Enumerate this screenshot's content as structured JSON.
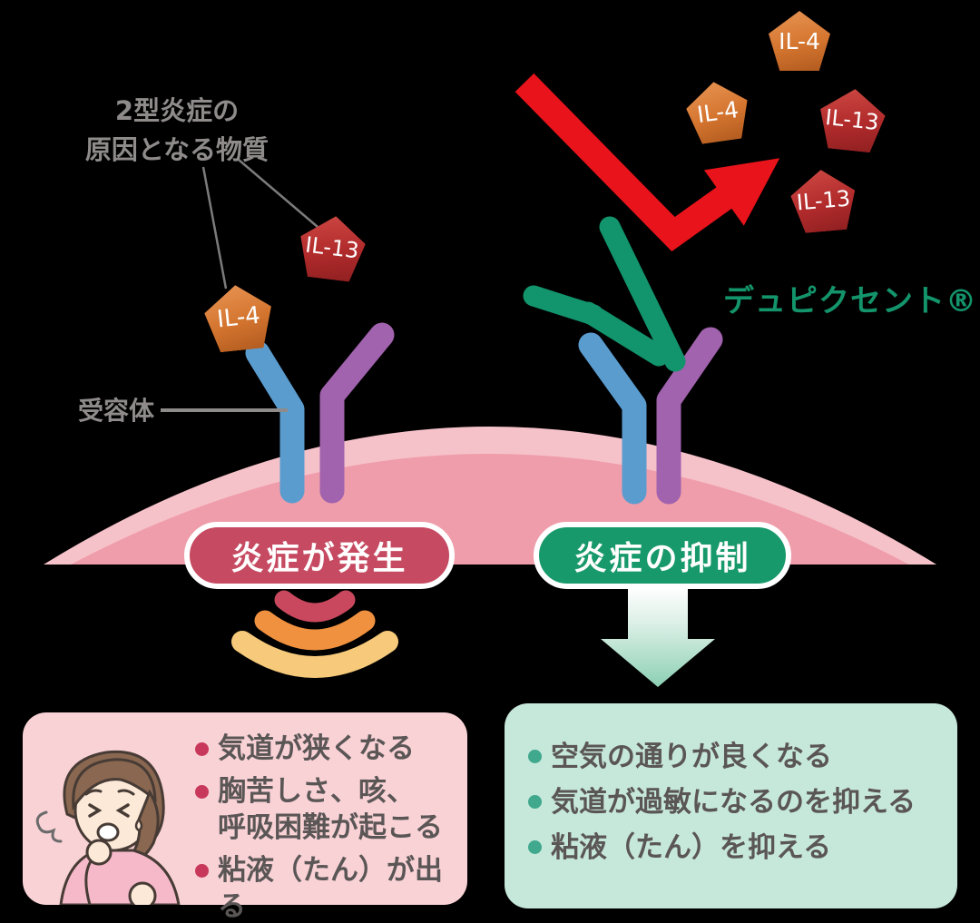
{
  "labels": {
    "cause_line1": "2型炎症の",
    "cause_line2": "原因となる物質",
    "receptor": "受容体",
    "drug": "デュピクセント®"
  },
  "pentagons": {
    "left": [
      {
        "label": "IL-13",
        "color": "#b22b2c"
      },
      {
        "label": "IL-4",
        "color": "#d4752f"
      }
    ],
    "right": [
      {
        "label": "IL-4",
        "color": "#d4752f"
      },
      {
        "label": "IL-4",
        "color": "#d4752f"
      },
      {
        "label": "IL-13",
        "color": "#b22b2c"
      },
      {
        "label": "IL-13",
        "color": "#b22b2c"
      }
    ]
  },
  "pills": {
    "inflammation": "炎症が発生",
    "suppression": "炎症の抑制"
  },
  "boxes": {
    "symptoms": {
      "bullets": [
        "気道が狭くなる",
        "胸苦しさ、咳、\n呼吸困難が起こる",
        "粘液（たん）が出る"
      ]
    },
    "benefits": {
      "bullets": [
        "空気の通りが良くなる",
        "気道が過敏になるのを抑える",
        "粘液（たん）を抑える"
      ]
    }
  },
  "colors": {
    "background": "#000000",
    "brand_green": "#13946a",
    "antibody_green": "#12946c",
    "inflammation_red_pill": "#c64a61",
    "suppression_green_pill": "#18996b",
    "membrane_outer_pink": "#f6c2ca",
    "membrane_inner_pink": "#ef9daa",
    "receptor_blue": "#5b9ccf",
    "receptor_purple": "#a162ae",
    "blocked_arrow_red": "#e8131b",
    "wave_crimson": "#c9485e",
    "wave_orange": "#ef913f",
    "wave_yellow": "#f7ca7b",
    "symptom_box_bg": "#f9d2d6",
    "benefit_box_bg": "#c6e8da",
    "body_text_gray": "#5b5656",
    "annotation_gray": "#8f8b8b"
  }
}
